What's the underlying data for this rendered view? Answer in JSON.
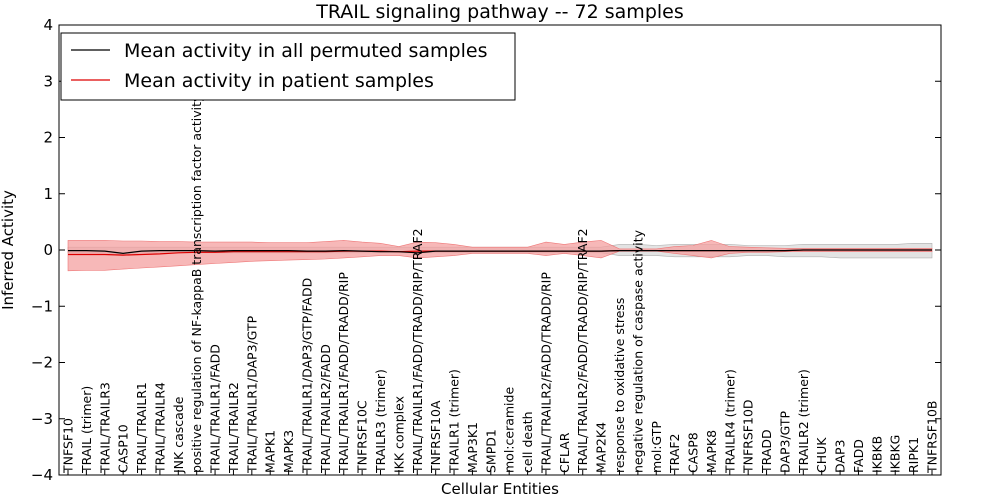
{
  "chart_data": {
    "type": "line",
    "title": "TRAIL signaling pathway -- 72 samples",
    "xlabel": "Cellular Entities",
    "ylabel": "Inferred Activity",
    "ylim": [
      -4,
      4
    ],
    "yticks": [
      -4,
      -3,
      -2,
      -1,
      0,
      1,
      2,
      3,
      4
    ],
    "ytick_labels": [
      "−4",
      "−3",
      "−2",
      "−1",
      "0",
      "1",
      "2",
      "3",
      "4"
    ],
    "legend_position": "top-left",
    "grid": false,
    "colors": {
      "permuted": "#000000",
      "patient": "#dd0000",
      "patient_band": "#f4a0a0",
      "permuted_band": "#cccccc"
    },
    "categories": [
      "TNFSF10",
      "TRAIL (trimer)",
      "TRAIL/TRAILR3",
      "CASP10",
      "TRAIL/TRAILR1",
      "TRAIL/TRAILR4",
      "JNK cascade",
      "positive regulation of NF-kappaB transcription factor activity",
      "TRAIL/TRAILR1/FADD",
      "TRAIL/TRAILR2",
      "TRAIL/TRAILR1/DAP3/GTP",
      "MAPK1",
      "MAPK3",
      "TRAIL/TRAILR1/DAP3/GTP/FADD",
      "TRAIL/TRAILR2/FADD",
      "TRAIL/TRAILR1/FADD/TRADD/RIP",
      "TNFRSF10C",
      "TRAILR3 (trimer)",
      "IKK complex",
      "TRAIL/TRAILR1/FADD/TRADD/RIP/TRAF2",
      "TNFRSF10A",
      "TRAILR1 (trimer)",
      "MAP3K1",
      "SMPD1",
      "mol:ceramide",
      "cell death",
      "TRAIL/TRAILR2/FADD/TRADD/RIP",
      "CFLAR",
      "TRAIL/TRAILR2/FADD/TRADD/RIP/TRAF2",
      "MAP2K4",
      "response to oxidative stress",
      "negative regulation of caspase activity",
      "mol:GTP",
      "TRAF2",
      "CASP8",
      "MAPK8",
      "TRAILR4 (trimer)",
      "TNFRSF10D",
      "TRADD",
      "DAP3/GTP",
      "TRAILR2 (trimer)",
      "CHUK",
      "DAP3",
      "FADD",
      "IKBKB",
      "IKBKG",
      "RIPK1",
      "TNFRSF10B"
    ],
    "series": [
      {
        "name": "Mean activity in all permuted samples",
        "color": "#000000",
        "values": [
          -0.01,
          -0.01,
          -0.02,
          -0.06,
          -0.02,
          -0.01,
          -0.01,
          -0.01,
          -0.02,
          -0.01,
          -0.01,
          -0.01,
          -0.01,
          -0.02,
          -0.02,
          -0.01,
          -0.02,
          -0.03,
          -0.03,
          -0.05,
          -0.02,
          -0.02,
          -0.02,
          -0.02,
          -0.02,
          -0.02,
          -0.02,
          -0.02,
          -0.02,
          -0.02,
          -0.01,
          -0.01,
          -0.01,
          -0.01,
          -0.01,
          -0.01,
          -0.01,
          -0.01,
          -0.01,
          -0.01,
          0.0,
          0.0,
          0.0,
          0.0,
          0.0,
          0.0,
          0.0,
          0.0
        ],
        "band_upper": [
          0.05,
          0.05,
          0.05,
          0.05,
          0.05,
          0.05,
          0.05,
          0.05,
          0.05,
          0.05,
          0.05,
          0.05,
          0.05,
          0.05,
          0.05,
          0.05,
          0.05,
          0.05,
          0.05,
          0.05,
          0.05,
          0.05,
          0.05,
          0.05,
          0.05,
          0.05,
          0.05,
          0.05,
          0.05,
          0.05,
          0.1,
          0.1,
          0.08,
          0.1,
          0.1,
          0.1,
          0.1,
          0.08,
          0.08,
          0.08,
          0.1,
          0.1,
          0.1,
          0.1,
          0.1,
          0.1,
          0.12,
          0.12
        ],
        "band_lower": [
          -0.05,
          -0.05,
          -0.05,
          -0.08,
          -0.05,
          -0.05,
          -0.05,
          -0.05,
          -0.05,
          -0.05,
          -0.05,
          -0.05,
          -0.05,
          -0.05,
          -0.05,
          -0.05,
          -0.05,
          -0.05,
          -0.05,
          -0.05,
          -0.05,
          -0.05,
          -0.05,
          -0.05,
          -0.05,
          -0.05,
          -0.05,
          -0.05,
          -0.05,
          -0.05,
          -0.1,
          -0.1,
          -0.1,
          -0.12,
          -0.12,
          -0.12,
          -0.12,
          -0.1,
          -0.1,
          -0.12,
          -0.12,
          -0.12,
          -0.14,
          -0.14,
          -0.14,
          -0.14,
          -0.14,
          -0.14
        ]
      },
      {
        "name": "Mean activity in patient samples",
        "color": "#dd0000",
        "values": [
          -0.08,
          -0.08,
          -0.08,
          -0.09,
          -0.08,
          -0.07,
          -0.05,
          -0.04,
          -0.04,
          -0.03,
          -0.03,
          -0.03,
          -0.03,
          -0.03,
          -0.03,
          -0.02,
          -0.02,
          -0.02,
          -0.03,
          -0.02,
          -0.02,
          -0.02,
          -0.02,
          -0.02,
          -0.02,
          -0.02,
          -0.02,
          -0.02,
          -0.02,
          -0.02,
          -0.01,
          -0.01,
          -0.01,
          -0.01,
          -0.01,
          -0.01,
          -0.01,
          -0.01,
          -0.01,
          -0.01,
          0.0,
          0.0,
          0.0,
          0.0,
          0.0,
          0.0,
          0.0,
          0.0
        ],
        "band_upper": [
          0.17,
          0.17,
          0.17,
          0.16,
          0.16,
          0.15,
          0.15,
          0.14,
          0.14,
          0.14,
          0.14,
          0.13,
          0.13,
          0.13,
          0.15,
          0.17,
          0.14,
          0.12,
          0.06,
          0.14,
          0.13,
          0.1,
          0.05,
          0.05,
          0.05,
          0.05,
          0.14,
          0.1,
          0.14,
          0.17,
          0.02,
          0.02,
          0.02,
          0.06,
          0.08,
          0.17,
          0.06,
          0.05,
          0.04,
          0.03,
          0.03,
          0.03,
          0.03,
          0.03,
          0.03,
          0.03,
          0.03,
          0.03
        ],
        "band_lower": [
          -0.37,
          -0.36,
          -0.36,
          -0.34,
          -0.32,
          -0.3,
          -0.28,
          -0.26,
          -0.24,
          -0.22,
          -0.2,
          -0.19,
          -0.18,
          -0.17,
          -0.16,
          -0.14,
          -0.12,
          -0.1,
          -0.1,
          -0.14,
          -0.12,
          -0.1,
          -0.06,
          -0.06,
          -0.06,
          -0.06,
          -0.1,
          -0.06,
          -0.1,
          -0.14,
          -0.02,
          -0.02,
          -0.02,
          -0.06,
          -0.1,
          -0.14,
          -0.06,
          -0.04,
          -0.04,
          -0.03,
          -0.03,
          -0.03,
          -0.03,
          -0.03,
          -0.03,
          -0.03,
          -0.03,
          -0.03
        ]
      }
    ]
  }
}
